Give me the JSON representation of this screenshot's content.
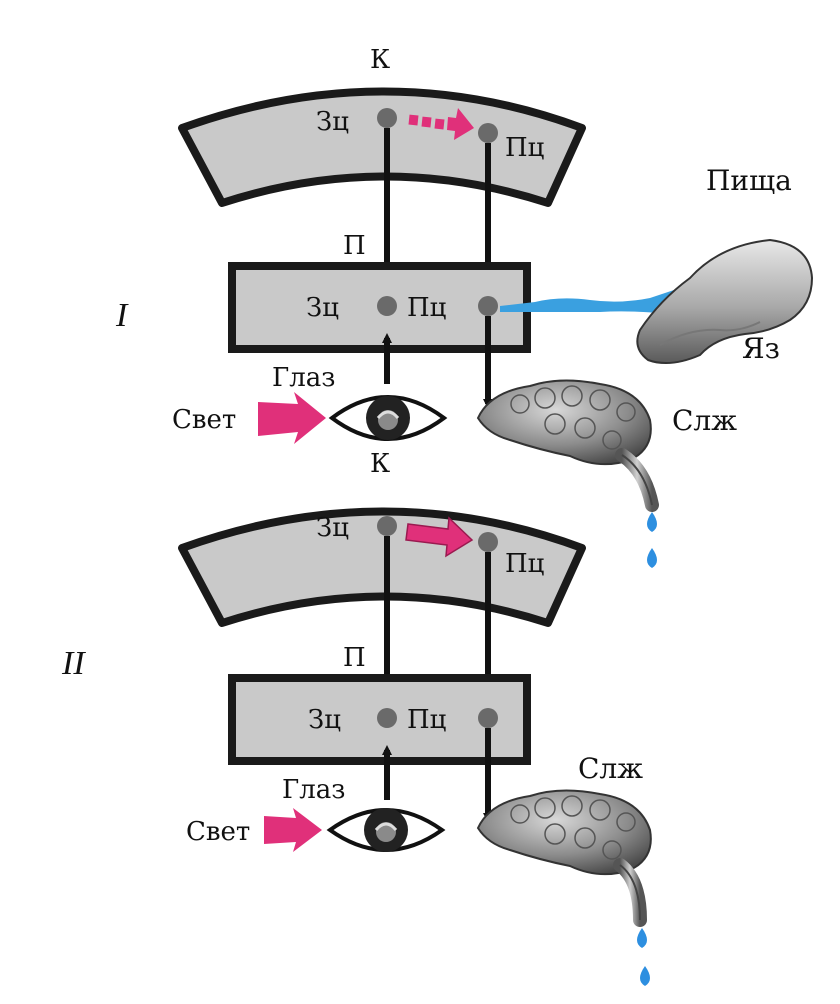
{
  "colors": {
    "panel_fill": "#c9c9c9",
    "panel_stroke": "#1a1a1a",
    "arrow_pink": "#e0307a",
    "nerve_blue": "#3aa0e0",
    "drop_blue": "#2d8fe0",
    "node_gray": "#6a6a6a"
  },
  "top": {
    "roman": "I",
    "cortex_label": "К",
    "cortex_left": "Зц",
    "cortex_right": "Пц",
    "sub_label": "П",
    "sub_left": "Зц",
    "sub_right": "Пц",
    "eye_label": "Глаз",
    "light_label": "Свет",
    "food_label": "Пища",
    "tongue_label": "Яз",
    "gland_label": "Слж"
  },
  "bottom": {
    "roman": "II",
    "cortex_label": "К",
    "cortex_left": "Зц",
    "cortex_right": "Пц",
    "sub_label": "П",
    "sub_left": "Зц",
    "sub_right": "Пц",
    "eye_label": "Глаз",
    "light_label": "Свет",
    "gland_label": "Слж"
  }
}
